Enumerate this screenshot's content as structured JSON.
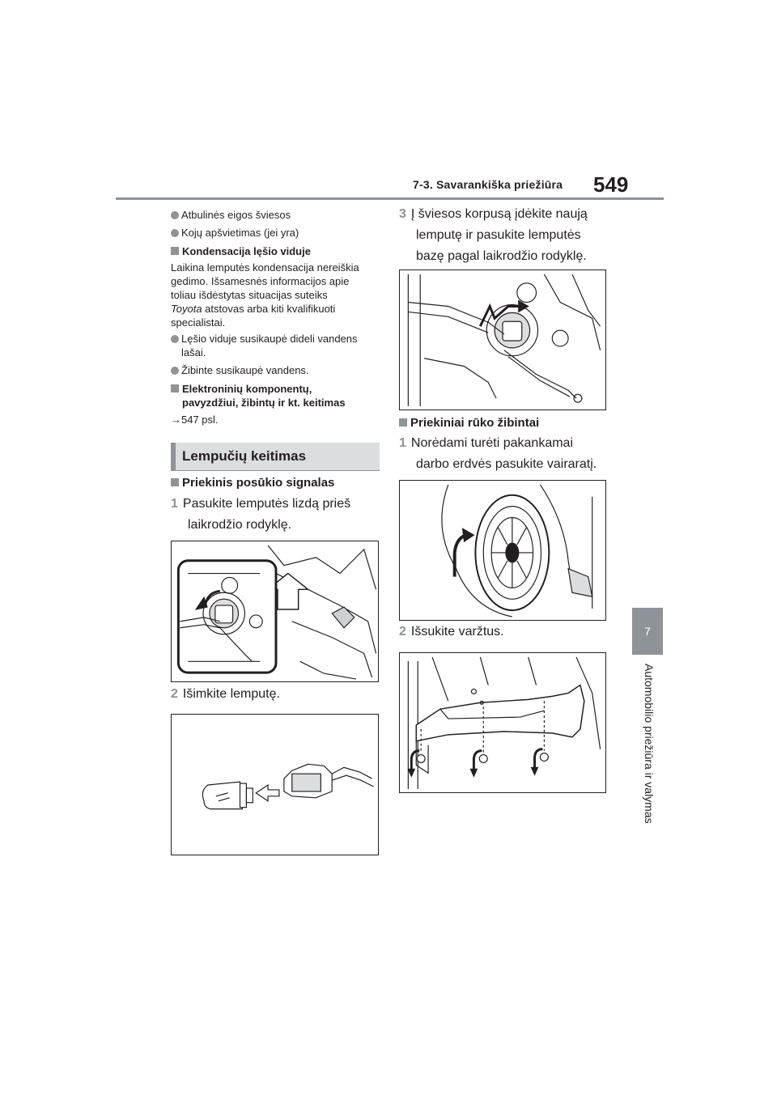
{
  "header": {
    "section": "7-3. Savarankiška priežiūra",
    "page_number": "549"
  },
  "side_tab": {
    "chapter": "7",
    "label": "Automobilio priežiūra ir valymas"
  },
  "left": {
    "bullets_top": [
      "Atbulinės eigos šviesos",
      "Kojų apšvietimas (jei yra)"
    ],
    "condensation": {
      "heading": "Kondensacija lęšio viduje",
      "para_line1": "Laikina lemputės kondensacija nereiškia",
      "para_line2": "gedimo. Išsamesnės informacijos apie",
      "para_line3": "toliau išdėstytas situacijas suteiks",
      "para_brand": "Toyota",
      "para_line4_rest": " atstovas arba kiti kvalifikuoti",
      "para_line5": "specialistai.",
      "bullet1_line1": "Lęšio viduje susikaupė dideli vandens",
      "bullet1_line2": "lašai.",
      "bullet2": "Žibinte susikaupė vandens."
    },
    "electronics": {
      "heading_line1": "Elektroninių komponentų,",
      "heading_line2": "pavyzdžiui, žibintų ir kt. keitimas",
      "reference": "→547 psl."
    },
    "section_title": "Lempučių keitimas",
    "turn_signal": {
      "heading": "Priekinis posūkio signalas",
      "step1_num": "1",
      "step1_line1": "Pasukite lemputės lizdą prieš",
      "step1_line2": "laikrodžio rodyklę.",
      "step2_num": "2",
      "step2": "Išimkite lemputę."
    }
  },
  "right": {
    "step3_num": "3",
    "step3_line1": "Į šviesos korpusą įdėkite naują",
    "step3_line2": "lemputę ir pasukite lemputės",
    "step3_line3": "bazę pagal laikrodžio rodyklę.",
    "fog": {
      "heading": "Priekiniai rūko žibintai",
      "step1_num": "1",
      "step1_line1": "Norėdami turėti pakankamai",
      "step1_line2": "darbo erdvės pasukite vairaratį.",
      "step2_num": "2",
      "step2": "Išsukite varžtus."
    }
  }
}
